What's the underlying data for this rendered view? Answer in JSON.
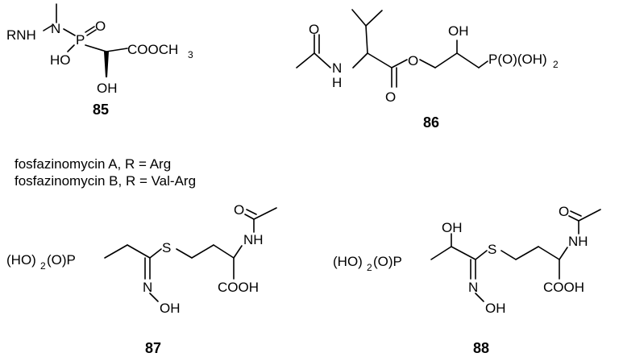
{
  "compounds": {
    "c85": {
      "number": "85",
      "atoms": {
        "rnh": "RNH",
        "n": "N",
        "p": "P",
        "o_double": "O",
        "ho": "HO",
        "cooch": "COOCH",
        "sub3": "3",
        "oh": "OH"
      }
    },
    "c86": {
      "number": "86",
      "atoms": {
        "o_acetyl": "O",
        "n": "N",
        "h": "H",
        "o_ester": "O",
        "o_carbonyl": "O",
        "oh": "OH",
        "phos": "P(O)(OH)",
        "sub2": "2"
      }
    },
    "c87": {
      "number": "87",
      "atoms": {
        "phos": "(HO)",
        "sub2": "2",
        "phos_tail": "(O)P",
        "s": "S",
        "n": "N",
        "oh": "OH",
        "o_acetyl": "O",
        "nh": "NH",
        "cooh": "COOH"
      }
    },
    "c88": {
      "number": "88",
      "atoms": {
        "phos": "(HO)",
        "sub2": "2",
        "phos_tail": "(O)P",
        "oh_top": "OH",
        "s": "S",
        "n": "N",
        "oh": "OH",
        "o_acetyl": "O",
        "nh": "NH",
        "cooh": "COOH"
      }
    }
  },
  "caption": {
    "line1": "fosfazinomycin A, R = Arg",
    "line2": "fosfazinomycin B, R = Val-Arg"
  }
}
